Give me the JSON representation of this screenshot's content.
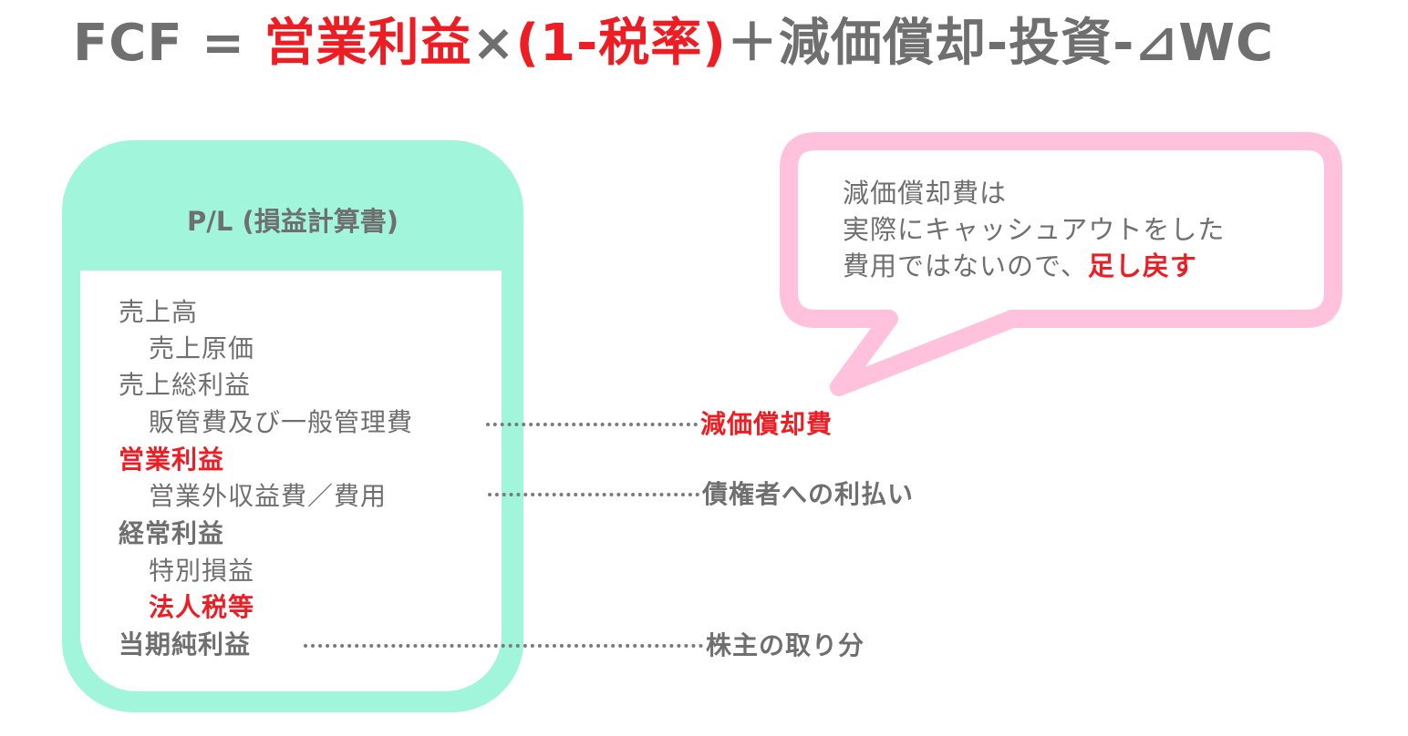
{
  "formula": {
    "prefix": "FCF = ",
    "operating_profit": "営業利益",
    "times": "×",
    "tax_part": "(1-税率)",
    "rest": "＋減価償却-投資-⊿WC"
  },
  "pl_card": {
    "title": "P/L (損益計算書)",
    "items": [
      {
        "label": "売上高"
      },
      {
        "label": "売上原価"
      },
      {
        "label": "売上総利益"
      },
      {
        "label": "販管費及び一般管理費"
      },
      {
        "label": "営業利益"
      },
      {
        "label": "営業外収益費／費用"
      },
      {
        "label": "経常利益"
      },
      {
        "label": "特別損益"
      },
      {
        "label": "法人税等"
      },
      {
        "label": "当期純利益"
      }
    ]
  },
  "connectors": {
    "depreciation": "減価償却費",
    "creditors": "債権者への利払い",
    "shareholders": "株主の取り分"
  },
  "bubble": {
    "line1": "減価償却費は",
    "line2": "実際にキャッシュアウトをした",
    "line3_prefix": "費用ではないので、",
    "line3_emph": "足し戻す"
  },
  "colors": {
    "card_bg": "#a0f5da",
    "bubble_border": "#ffc1dc",
    "accent_red": "#ee1c23",
    "text_gray": "#6f6f6f"
  }
}
